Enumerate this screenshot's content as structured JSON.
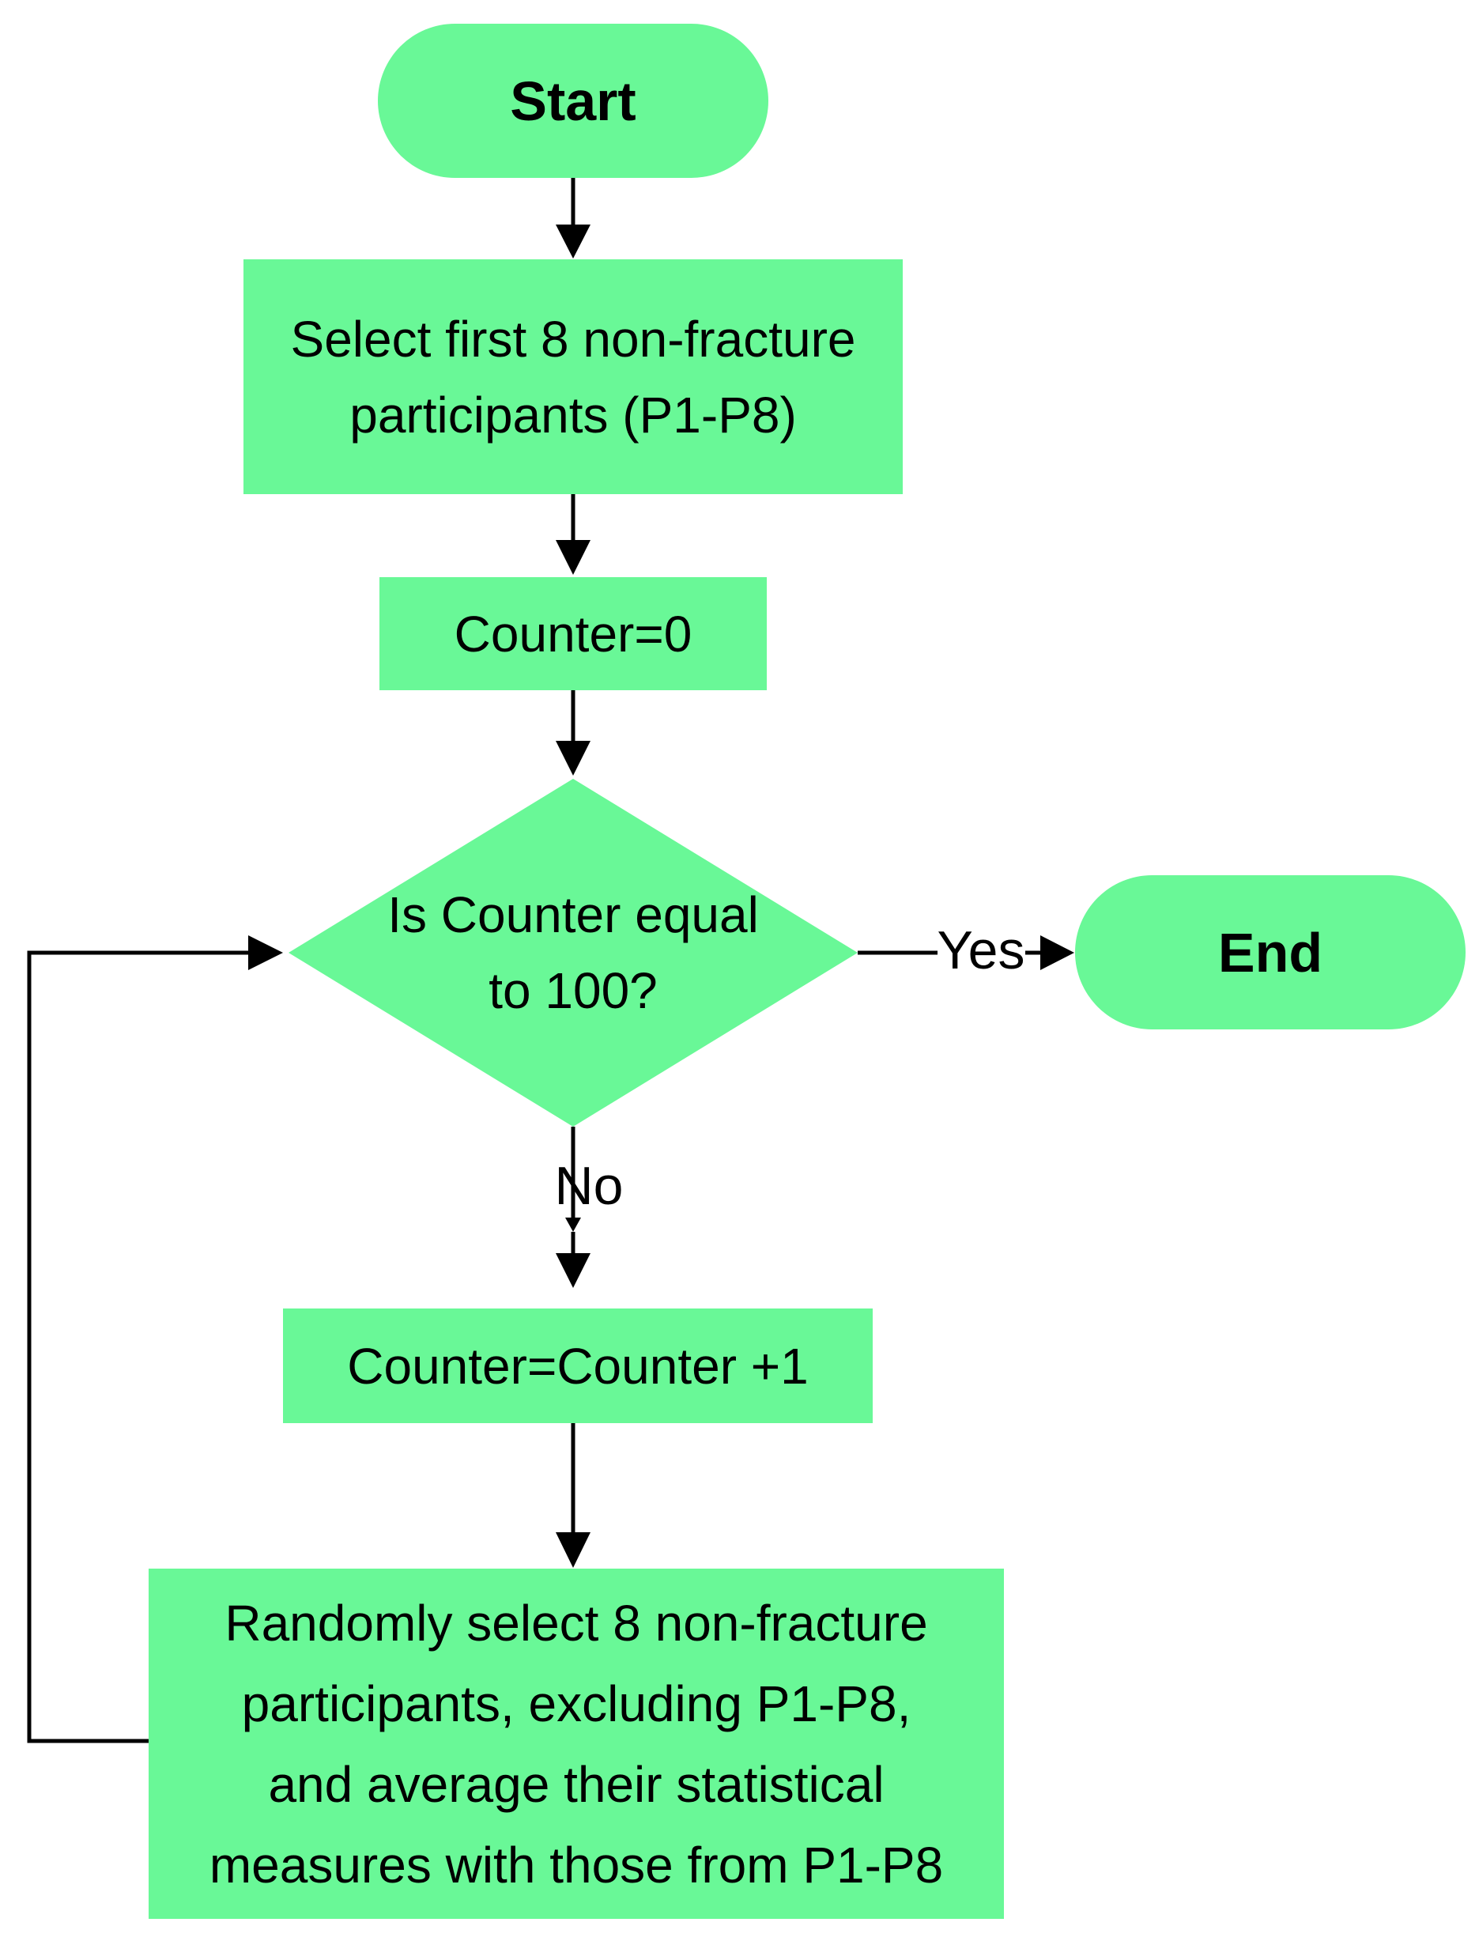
{
  "flowchart": {
    "colors": {
      "node_fill": "#69f897",
      "line_color": "#000000",
      "text_color": "#000000",
      "background": "#ffffff"
    },
    "nodes": {
      "start": {
        "type": "terminator",
        "label": "Start"
      },
      "select_first": {
        "type": "process",
        "label": "Select first 8 non-fracture participants (P1-P8)",
        "lines": [
          "Select first 8 non-fracture",
          "participants (P1-P8)"
        ]
      },
      "counter_init": {
        "type": "process",
        "label": "Counter=0"
      },
      "decision": {
        "type": "decision",
        "label": "Is Counter equal to 100?",
        "lines": [
          "Is Counter equal",
          "to 100?"
        ]
      },
      "end_node": {
        "type": "terminator",
        "label": "End"
      },
      "counter_increment": {
        "type": "process",
        "label": "Counter=Counter +1"
      },
      "random_select": {
        "type": "process",
        "label": "Randomly select 8 non-fracture participants, excluding P1-P8, and average their statistical measures with those from P1-P8",
        "lines": [
          "Randomly select 8 non-fracture",
          "participants, excluding P1-P8,",
          "and average their statistical",
          "measures with those from P1-P8"
        ]
      }
    },
    "edge_labels": {
      "yes": "Yes",
      "no": "No"
    }
  }
}
